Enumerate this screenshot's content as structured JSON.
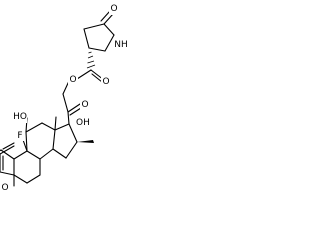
{
  "structure": {
    "atom_labels": {
      "lactam_carbonyl_o": "O",
      "lactam_nh": "NH",
      "ester_carbonyl_o": "O",
      "ester_o": "O",
      "ketone_o": "O",
      "c17_oh": "OH",
      "c11_ho": "HO",
      "fluorine": "F",
      "c3_ketone_o": "O"
    }
  }
}
